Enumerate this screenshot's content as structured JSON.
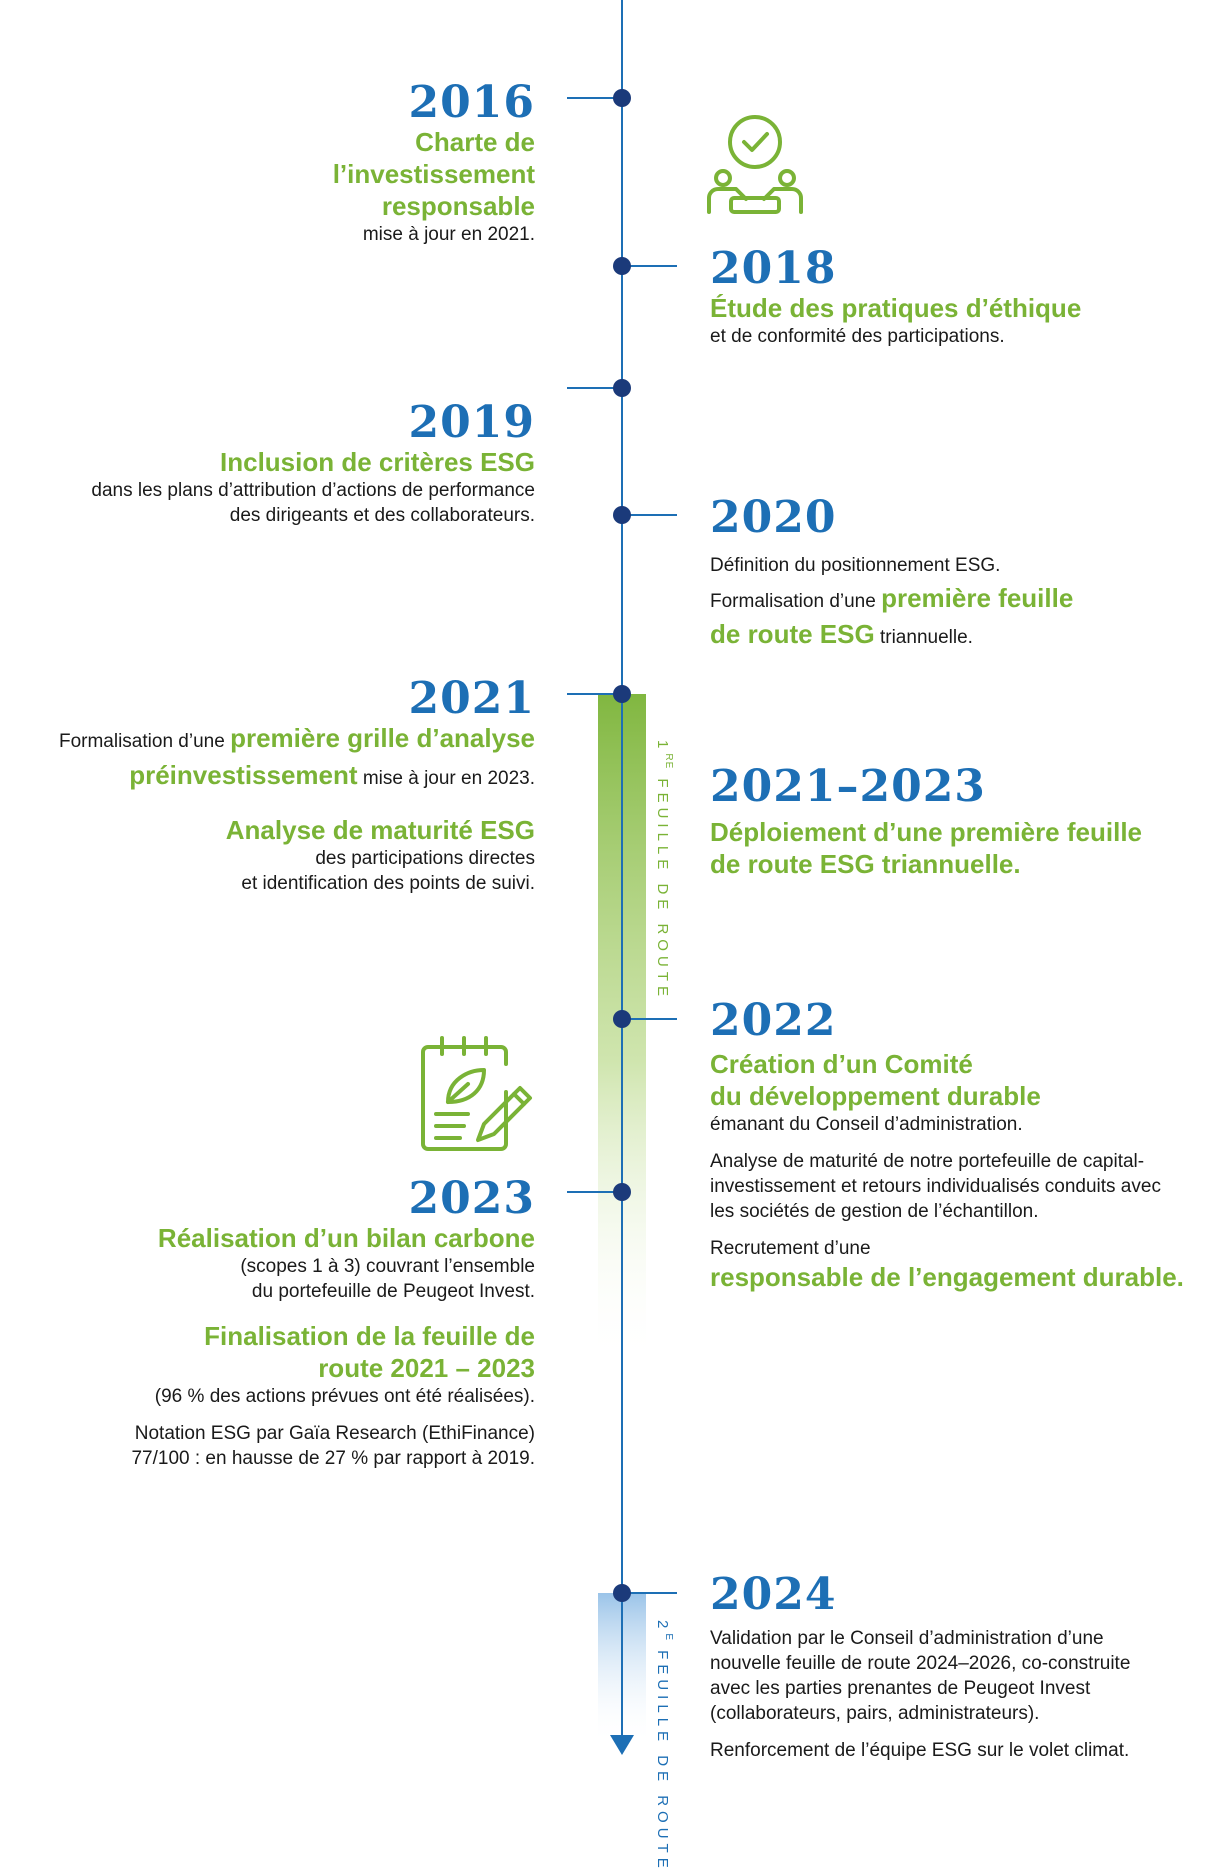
{
  "colors": {
    "blue": "#1d6fb5",
    "navy": "#1b3a7a",
    "green": "#7ab336",
    "light_blue": "#a9cdee"
  },
  "icons": {
    "top": "handshake-check-icon",
    "mid": "notepad-leaf-pencil-icon"
  },
  "bands": {
    "band1": {
      "sup": "RE",
      "num": "1",
      "text": " FEUILLE DE ROUTE"
    },
    "band2": {
      "sup": "E",
      "num": "2",
      "text": " FEUILLE DE ROUTE"
    }
  },
  "events": {
    "e2016": {
      "year": "2016",
      "title": "Charte de l’investissement responsable",
      "text": "mise à jour en 2021."
    },
    "e2018": {
      "year": "2018",
      "title": "Étude des pratiques d’éthique",
      "text": "et de conformité des participations."
    },
    "e2019": {
      "year": "2019",
      "title": "Inclusion de critères ESG",
      "text1": "dans les plans d’attribution d’actions de performance",
      "text2": "des dirigeants et des collaborateurs."
    },
    "e2020": {
      "year": "2020",
      "text1": "Définition du positionnement ESG.",
      "pre": "Formalisation d’une ",
      "hl1": "première feuille",
      "hl2": "de route ESG",
      "post": " triannuelle."
    },
    "e2021": {
      "year": "2021",
      "pre": "Formalisation d’une ",
      "hl1": "première grille d’analyse",
      "hl2": "préinvestissement",
      "post": " mise à jour en 2023.",
      "title2": "Analyse de maturité ESG",
      "t2a": "des participations directes",
      "t2b": "et identification des points de suivi."
    },
    "e2123": {
      "year": "2021–2023",
      "title1": "Déploiement d’une première feuille",
      "title2": "de route ESG triannuelle."
    },
    "e2022": {
      "year": "2022",
      "title1": "Création d’un Comité",
      "title2": "du développement durable",
      "text1": "émanant du Conseil d’administration.",
      "p2a": "Analyse de maturité de notre portefeuille de capital-",
      "p2b": "investissement et retours individualisés conduits avec",
      "p2c": "les sociétés de gestion de l’échantillon.",
      "p3": "Recrutement d’une",
      "p3hl": "responsable de l’engagement durable."
    },
    "e2023": {
      "year": "2023",
      "title": "Réalisation d’un bilan carbone",
      "t1a": "(scopes 1 à 3) couvrant l’ensemble",
      "t1b": "du portefeuille de Peugeot Invest.",
      "title2a": "Finalisation de la feuille de",
      "title2b": "route 2021 – 2023",
      "t2": "(96 % des actions prévues ont été réalisées).",
      "t3a": "Notation ESG par Gaïa Research (EthiFinance)",
      "t3b": "77/100 : en hausse de 27 % par rapport à 2019."
    },
    "e2024": {
      "year": "2024",
      "t1a": "Validation par le Conseil d’administration d’une",
      "t1b": "nouvelle feuille de route 2024–2026, co-construite",
      "t1c": "avec les parties prenantes de Peugeot Invest",
      "t1d": "(collaborateurs, pairs, administrateurs).",
      "t2": "Renforcement de l’équipe ESG sur le volet climat."
    }
  }
}
